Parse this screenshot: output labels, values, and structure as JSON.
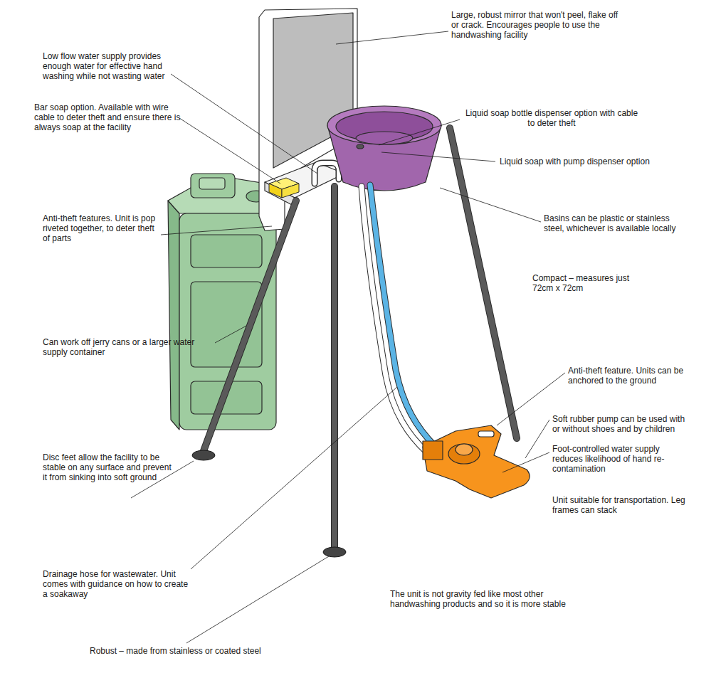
{
  "diagram": {
    "labels": [
      "Large, robust mirror that won't peel, flake off or crack. Encourages people to use the handwashing facility",
      "Low flow water supply provides enough water for effective hand washing while not wasting water",
      "Bar soap option. Available with wire cable to deter theft and ensure there is always soap at the facility",
      "Liquid soap bottle dispenser option with cable to deter theft",
      "Liquid soap with pump dispenser option",
      "Basins can be plastic or stainless steel, whichever is available locally",
      "Anti-theft features. Unit is pop riveted together, to deter theft of parts",
      "Compact – measures just 72cm x 72cm",
      "Can work off jerry cans or a larger water supply container",
      "Anti-theft feature. Units can be anchored to the ground",
      "Soft rubber pump can be used with or without shoes and by children",
      "Foot-controlled water supply reduces likelihood of hand re-contamination",
      "Unit suitable for transportation. Leg frames can stack",
      "Disc feet allow the facility to be stable on any surface and prevent it from sinking into soft ground",
      "Drainage hose for wastewater. Unit comes with guidance on how to create a soakaway",
      "The unit is not gravity fed like most other handwashing products and so it is more stable",
      "Robust – made from stainless or coated steel"
    ]
  }
}
